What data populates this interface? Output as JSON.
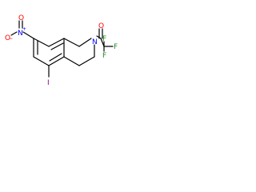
{
  "colors": {
    "bond": "#000000",
    "oxygen": "#ff0000",
    "nitrogen": "#0000ff",
    "fluorine": "#228b22",
    "iodine": "#8b008b"
  },
  "atoms": {
    "nitro_o_single": "O",
    "nitro_o_single_charge": "−",
    "nitro_n": "N",
    "nitro_n_charge": "+",
    "nitro_o_double": "O",
    "ring_n": "N",
    "carbonyl_o": "O",
    "f_top": "F",
    "f_right": "F",
    "f_bottom": "F",
    "iodine": "I"
  }
}
